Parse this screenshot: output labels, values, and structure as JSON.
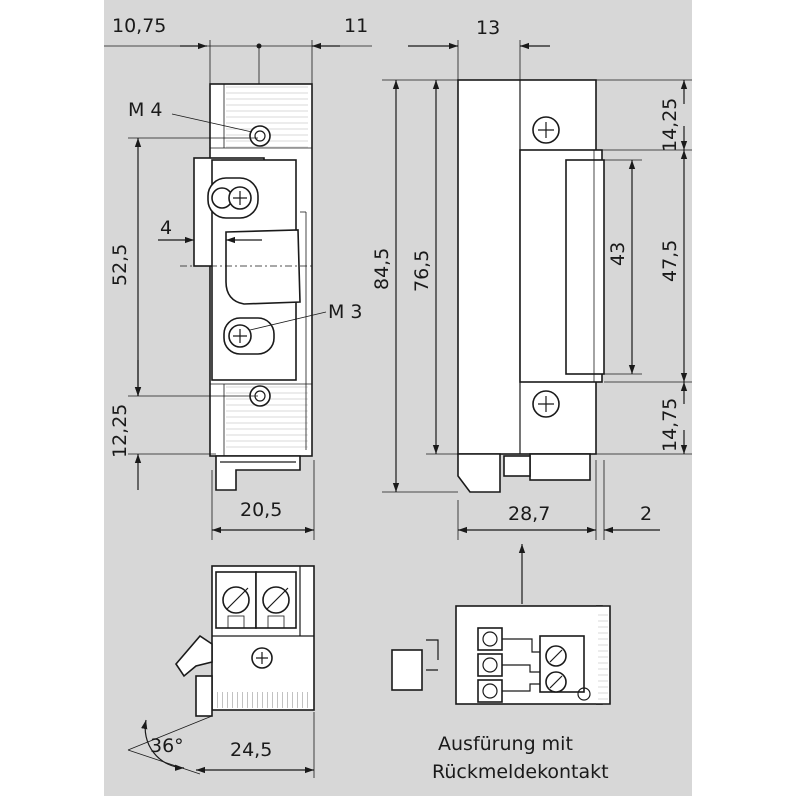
{
  "colors": {
    "background": "#d7d7d7",
    "paper": "#ffffff",
    "line": "#1a1a1a"
  },
  "dimensions": {
    "d_10_75": "10,75",
    "d_11": "11",
    "d_13": "13",
    "m4": "M 4",
    "m3": "M 3",
    "d_52_5": "52,5",
    "d_4": "4",
    "d_12_25": "12,25",
    "d_20_5": "20,5",
    "d_84_5": "84,5",
    "d_76_5": "76,5",
    "d_14_25": "14,25",
    "d_43": "43",
    "d_47_5": "47,5",
    "d_14_75": "14,75",
    "d_28_7": "28,7",
    "d_2": "2",
    "angle_36": "36°",
    "d_24_5": "24,5"
  },
  "caption": {
    "line1": "Ausfürung mit",
    "line2": "Rückmeldekontakt"
  }
}
